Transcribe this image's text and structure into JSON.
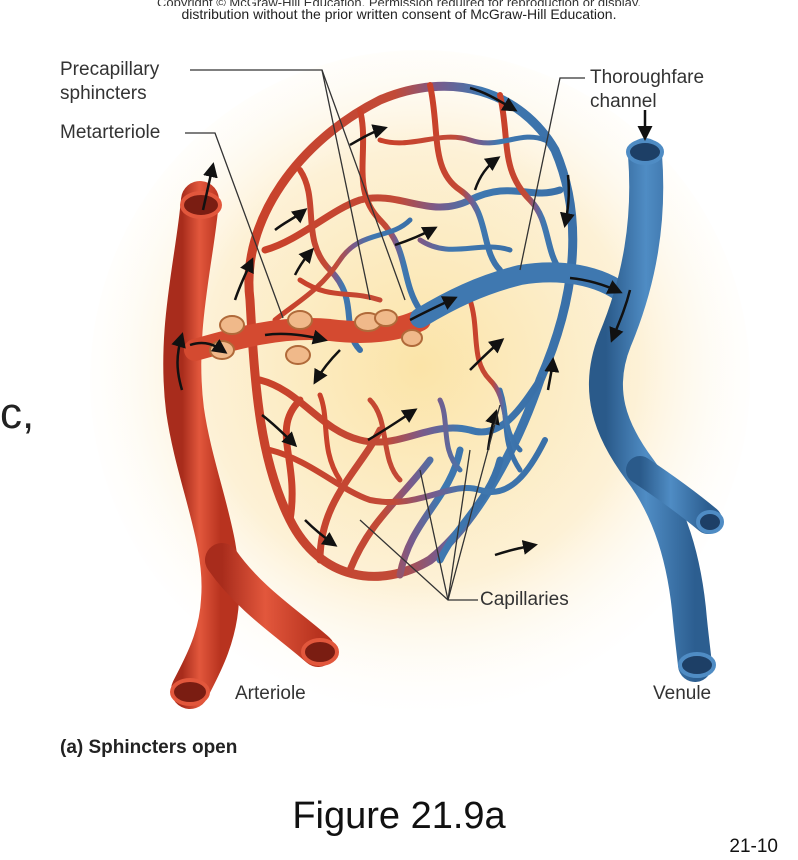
{
  "header": {
    "copyright_line1": "Copyright © McGraw-Hill Education. Permission required for reproduction or display.",
    "copyright_line2": "distribution without the prior written consent of McGraw-Hill Education."
  },
  "labels": {
    "precapillary_line1": "Precapillary",
    "precapillary_line2": "sphincters",
    "metarteriole": "Metarteriole",
    "thoroughfare_line1": "Thoroughfare",
    "thoroughfare_line2": "channel",
    "capillaries": "Capillaries",
    "arteriole": "Arteriole",
    "venule": "Venule"
  },
  "stray_glyph": "c,",
  "caption": "(a) Sphincters open",
  "figure_title": "Figure 21.9a",
  "page_number": "21-10",
  "colors": {
    "artery": "#d8452e",
    "artery_dark": "#a82c1c",
    "vein": "#3f78b0",
    "vein_dark": "#2a5a8a",
    "glow": "#fbe7b0"
  }
}
